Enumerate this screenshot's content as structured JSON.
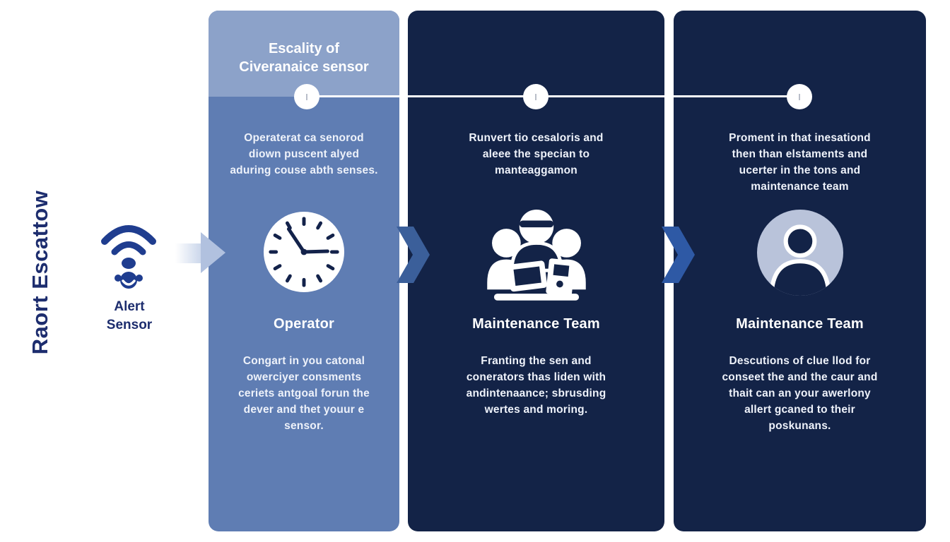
{
  "page": {
    "vertical_title": "Raort Escattow"
  },
  "alert_sensor": {
    "icon": "wifi-sensor-icon",
    "label": "Alert\nSensor"
  },
  "colors": {
    "navy_text": "#1d2d6e",
    "sensor_icon": "#1f3d8f",
    "card1_body": "#5f7db3",
    "card1_header_band": "#8ca2c9",
    "card_dark": "#132347",
    "arrow_fade": "#b1c1df",
    "arrow_chevron_1": "#3b5f9a",
    "arrow_chevron_2": "#2e59a5",
    "person_circle_bg": "#b9c3da",
    "timeline": "#ffffff"
  },
  "timeline": {
    "milestone_dots": 3
  },
  "cards": [
    {
      "header": "Escality of\nCiveranaice sensor",
      "top_text": "Operaterat ca senorod\ndiown puscent alyed\naduring couse abth senses.",
      "icon": "clock-icon",
      "role": "Operator",
      "bottom_text": "Congart in you catonal\nowerciyer consments\nceriets antgoal forun the\ndever and thet youur e\nsensor."
    },
    {
      "top_text": "Runvert tio cesaloris and\naleee the specian to\nmanteaggamon",
      "icon": "team-icon",
      "role": "Maintenance Team",
      "bottom_text": "Franting the sen and\nconerators thas liden with\nandintenaance; sbrusding\nwertes and moring."
    },
    {
      "top_text": "Proment in that inesationd\nthen than elstaments and\nucerter in the tons and\nmaintenance team",
      "icon": "person-icon",
      "role": "Maintenance Team",
      "bottom_text": "Descutions of clue llod for\nconseet the and the caur and\nthait can an your awerlony\nallert gcaned to their\nposkunans."
    }
  ]
}
